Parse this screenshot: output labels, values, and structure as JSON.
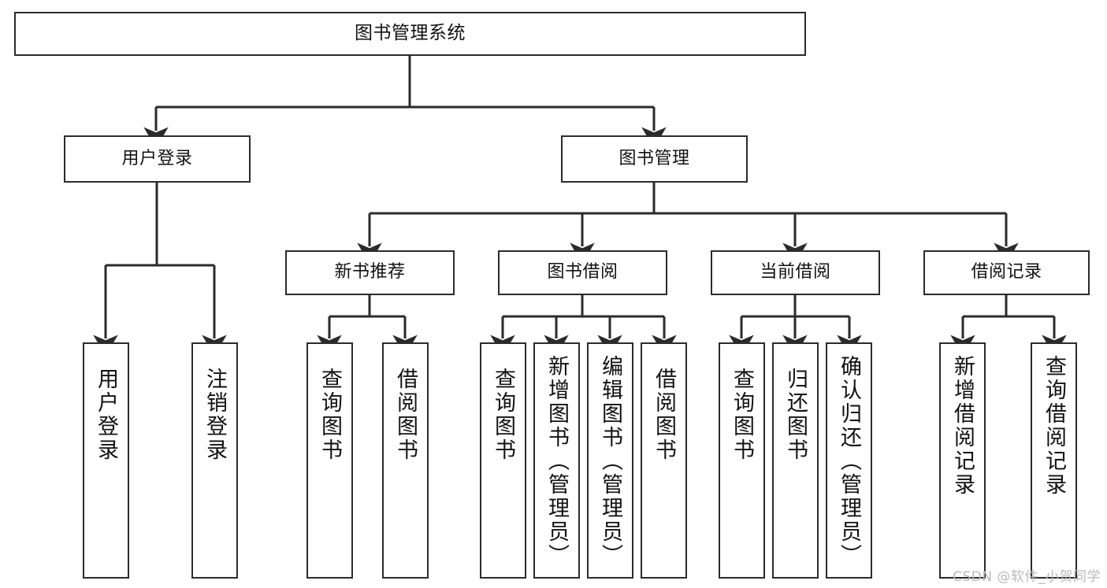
{
  "diagram": {
    "title": "图书管理系统",
    "watermark": "CSDN @软件_小贺同学",
    "accent_color": "#2b2b2b",
    "background_color": "#ffffff",
    "levels": {
      "root": {
        "label": "图书管理系统"
      },
      "level1": [
        {
          "label": "用户登录"
        },
        {
          "label": "图书管理"
        }
      ],
      "level2": [
        {
          "label": "新书推荐"
        },
        {
          "label": "图书借阅"
        },
        {
          "label": "当前借阅"
        },
        {
          "label": "借阅记录"
        }
      ],
      "leaves": {
        "user_login": [
          {
            "label": "用户登录"
          },
          {
            "label": "注销登录"
          }
        ],
        "new_book_recommend": [
          {
            "label": "查询图书"
          },
          {
            "label": "借阅图书"
          }
        ],
        "book_borrow": [
          {
            "label": "查询图书"
          },
          {
            "label": "新增图书（管理员）"
          },
          {
            "label": "编辑图书（管理员）"
          },
          {
            "label": "借阅图书"
          }
        ],
        "current_borrow": [
          {
            "label": "查询图书"
          },
          {
            "label": "归还图书"
          },
          {
            "label": "确认归还（管理员）"
          }
        ],
        "borrow_record": [
          {
            "label": "新增借阅记录"
          },
          {
            "label": "查询借阅记录"
          }
        ]
      }
    }
  }
}
